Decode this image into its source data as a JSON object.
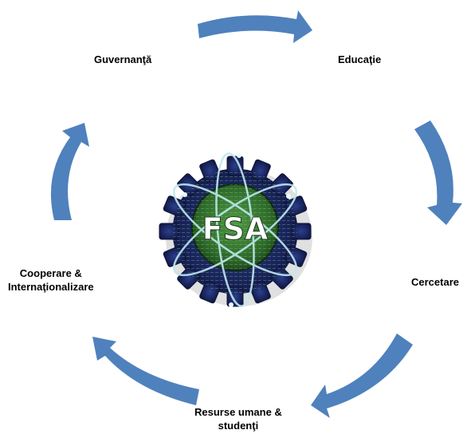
{
  "diagram": {
    "arrow_color": "#4f81bd",
    "nodes": [
      {
        "id": "guvernanta",
        "lines": [
          "Guvernanţă"
        ]
      },
      {
        "id": "educatie",
        "lines": [
          "Educaţie"
        ]
      },
      {
        "id": "cercetare",
        "lines": [
          "Cercetare"
        ]
      },
      {
        "id": "resurse",
        "lines": [
          "Resurse umane &",
          "studenţi"
        ]
      },
      {
        "id": "cooperare",
        "lines": [
          "Cooperare &",
          "Internaţionalizare"
        ]
      }
    ],
    "logo": {
      "text": "FSA",
      "gear_color": "#1e2b6a",
      "inner_color": "#2e6a2a",
      "orbit_color": "#bfe8f0",
      "icon": "gear-atom-logo"
    }
  }
}
